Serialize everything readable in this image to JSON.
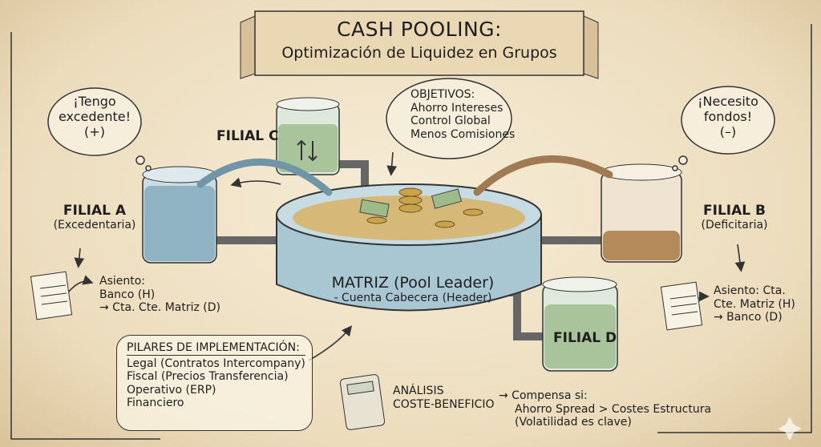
{
  "title": {
    "main": "CASH POOLING:",
    "subtitle": "Optimización de Liquidez en Grupos"
  },
  "bubbles": {
    "surplus": [
      "¡Tengo",
      "excedente!",
      "(+)"
    ],
    "deficit": [
      "¡Necesito",
      "fondos!",
      "(–)"
    ]
  },
  "objectives": {
    "heading": "OBJETIVOS:",
    "items": [
      "Ahorro Intereses",
      "Control Global",
      "Menos Comisiones"
    ]
  },
  "subsidiaries": {
    "a": {
      "name": "FILIAL A",
      "type": "(Excedentaria)"
    },
    "b": {
      "name": "FILIAL B",
      "type": "(Deficitaria)"
    },
    "c": {
      "name": "FILIAL C"
    },
    "d": {
      "name": "FILIAL D"
    }
  },
  "matrix": {
    "name": "MATRIZ (Pool Leader)",
    "account": "- Cuenta Cabecera (Header)"
  },
  "entries": {
    "a": [
      "Asiento:",
      "Banco (H)",
      "→ Cta. Cte. Matriz (D)"
    ],
    "b": [
      "Asiento: Cta.",
      "Cte. Matriz (H)",
      "→ Banco (D)"
    ]
  },
  "pillars": {
    "heading": "PILARES DE IMPLEMENTACIÓN:",
    "items": [
      "Legal (Contratos Intercompany)",
      "Fiscal (Precios Transferencia)",
      "Operativo (ERP)",
      "Financiero"
    ]
  },
  "cost_benefit": {
    "label": [
      "ANÁLISIS",
      "COSTE-BENEFICIO"
    ],
    "condition": [
      "→ Compensa si:",
      "Ahorro Spread > Costes Estructura",
      "(Volatilidad es clave)"
    ]
  },
  "colors": {
    "paper": "#f1e4c8",
    "water_blue": "#9cc0cf",
    "water_green": "#a9c49a",
    "water_brown": "#b58a5a",
    "ink": "#1e1e1e"
  }
}
